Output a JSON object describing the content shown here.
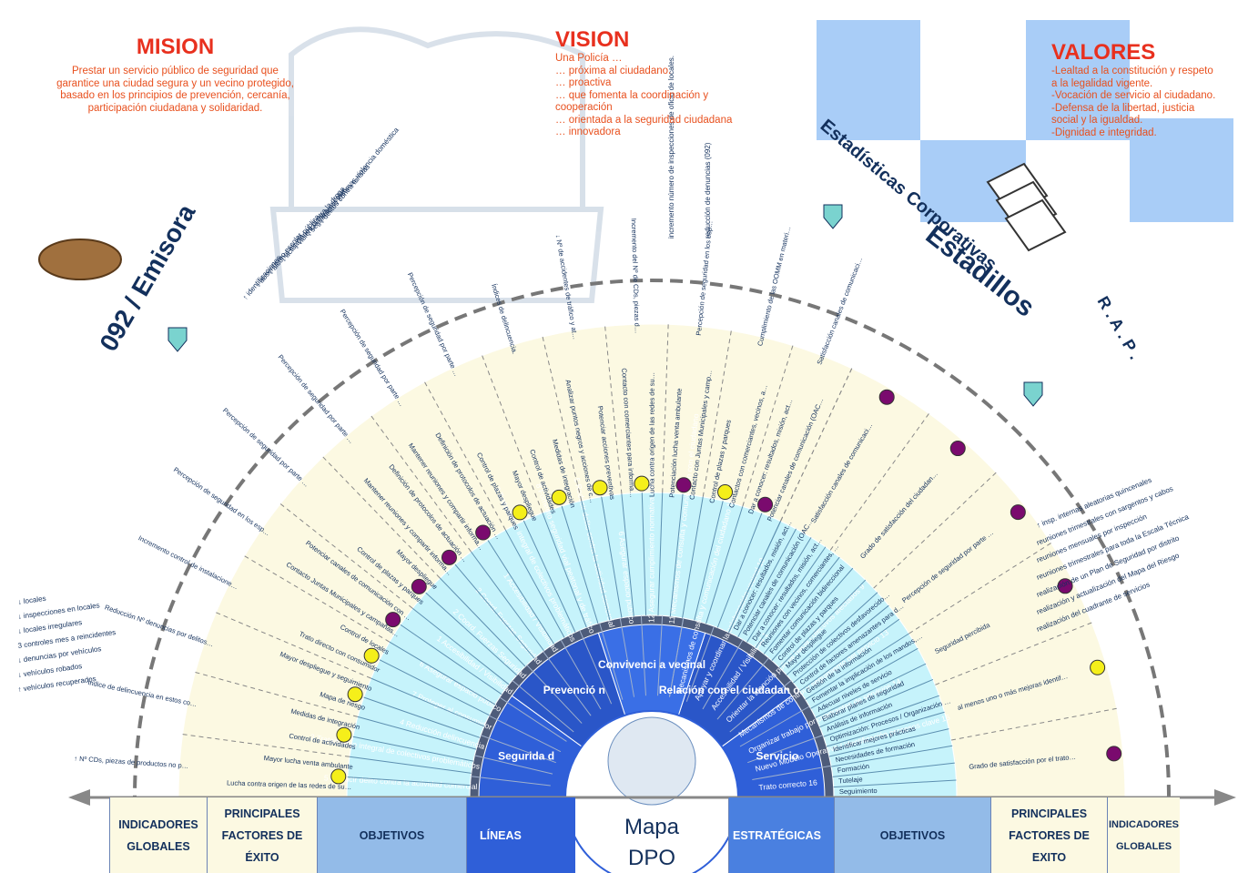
{
  "headers": {
    "mision": {
      "title": "MISION",
      "body": "Prestar un servicio público de seguridad que garantice una ciudad segura y un vecino protegido, basado en los principios de prevención, cercanía, participación ciudadana y solidaridad."
    },
    "vision": {
      "title": "VISION",
      "lines": [
        "Una Policía …",
        "… próxima al ciudadano.",
        "… proactiva",
        "… que fomenta la coordinación y cooperación",
        "… orientada a la seguridad ciudadana",
        "… innovadora"
      ]
    },
    "valores": {
      "title": "VALORES",
      "lines": [
        "-Lealtad a la constitución y respeto a la legalidad vigente.",
        "-Vocación de servicio al ciudadano.",
        "-Defensa de la libertad, justicia social y la igualdad.",
        "-Dignidad e integridad."
      ]
    }
  },
  "side_labels": {
    "emisora": "092 / Emisora",
    "estadisticas": "Estadísticas Corporativas",
    "estadillos": "Estadillos",
    "rap": "R . A . P ."
  },
  "center": {
    "line1": "Mapa",
    "line2": "DPO"
  },
  "lineas_estrategicas": [
    "Segurida d",
    "Prevenció n",
    "Convivenci a vecinal",
    "Relación con el ciudadan o",
    "Servicio"
  ],
  "objetivos_left": [
    {
      "n": "5",
      "text": "Reducir delito contra la actividad comercial"
    },
    {
      "n": "3",
      "text": "Tratamiento integral de colectivos problemáticos"
    },
    {
      "n": "4",
      "text": "Reducción delincuencia"
    },
    {
      "n": "7",
      "text": "Proteger al consumidor"
    },
    {
      "n": "6",
      "text": "Asegurar espacio público"
    },
    {
      "n": "1",
      "text": "Accesibilidad / Visibilidad"
    },
    {
      "n": "2",
      "text": "Coord. Fuerzas Seguridad"
    },
    {
      "n": "2",
      "text": "Coord. Fuerzas Seguridad"
    },
    {
      "n": "1",
      "text": "Accesibilidad / Visibilidad"
    },
    {
      "n": "3",
      "text": "Tratamiento integral de colectivos problemáticos"
    },
    {
      "n": "8",
      "text": "Fomento seguridad vial peatonal y de tráfico"
    },
    {
      "n": "5",
      "text": "Reducir delito contra la actividad comercial"
    },
    {
      "n": "6",
      "text": "Asegurar espacio público"
    },
    {
      "n": "12",
      "text": "Asegurar cumplimiento normativa convivencia"
    },
    {
      "n": "11",
      "text": "Mecanismos de consulta y comunicación con el ciudadano"
    }
  ],
  "objetivos_right": [
    {
      "n": "11",
      "text": "Mecanismos de consulta y comunicación del ciudadano"
    },
    {
      "n": "10",
      "text": "Apoyar y coordinar la colaboración vecinal"
    },
    {
      "n": "1",
      "text": "Accesibilidad / Visibilidad"
    },
    {
      "n": "9",
      "text": "Orientar la atención policial hacia colectivos afectados"
    },
    {
      "n": "13",
      "text": "Mecanismos de control y seguimiento del servicio"
    },
    {
      "n": "14",
      "text": "Organizar trabajo por cuadrantes de servicios"
    },
    {
      "n": "15",
      "text": "Nuevo Modelo Operativo / identificación procesos clave"
    },
    {
      "n": "16",
      "text": "Trato correcto"
    }
  ],
  "factores_left": [
    "Lucha contra origen de las redes de suministro",
    "Mayor lucha venta ambulante",
    "Control de actividades",
    "Medidas de integración",
    "Mapa de riesgo",
    "Mayor despliegue y seguimiento",
    "Trato directo con consumidor",
    "Control de locales",
    "Contacto Juntas Municipales y campañas de comunicación",
    "Potenciar canales de comunicación con el ciudadano",
    "Control de plazas y parques",
    "Mayor despliegue",
    "Mantener reuniones y compartir información y recursos",
    "Definición de protocolos de actuación comunes",
    "Mantener reuniones y compartir información",
    "Definición de protocolos de actuación comunes",
    "Control de plazas y parques",
    "Mayor despliegue",
    "Control de actividades",
    "Medidas de integración",
    "Analizar puntos negros y acciones de comunicación",
    "Potenciar acciones preventivas",
    "Contacto con comerciantes para informar de conductas",
    "Lucha contra origen de las redes de suministro",
    "Potenciación lucha venta ambulante",
    "Contacto con Juntas Municipales y campañas de comunicación",
    "Control de plazas y parques",
    "Contactos con comerciantes, vecinos, asociaciones de vecinos",
    "Dar a conocer: resultados, misión, actuaciones, OOMM, …",
    "Potenciar canales de comunicación (OAC, Internet, gacetas, reuniones …)"
  ],
  "factores_right": [
    "Dar a conocer: resultados, misión, actuaciones, OOMM, …",
    "Potenciar canales de comunicación (OAC, Internet, gacetas, reuniones …)",
    "Dar a conocer: resultados, misión, actuaciones, …",
    "Reuniones con vecinos, comerciantes, …",
    "Fomentar comunicación bidireccional",
    "Control de plazas y parques",
    "Mayor despliegue",
    "Protección de colectivos desfavorecidos y proactividad",
    "Control de factores amenazantes para dichos colectivos",
    "Gestión de la información",
    "Fomentar la implicación de los mandos, control de agentes, presencia en la calle …",
    "Adecuar niveles de servicio",
    "Elaborar planes de seguridad",
    "Análisis de información",
    "Optimización: Procesos / Organización / Obj. operativos",
    "Identificar mejores prácticas",
    "Necesidades de formación",
    "Formación",
    "Tutelaje",
    "Seguimiento"
  ],
  "indicadores_left": [
    "↑ Nº CDs, piezas de productos no perecederos, y Kg. de productos perecederos",
    "Índice de delincuencia en estos colectivos.",
    "Reducción Nº denuncias por delitos callejeros.",
    "Incremento control de instalaciones, servicios productos consumo.",
    "Percepción de seguridad en los espacios verdes públicos.",
    "Percepción de seguridad por parte de los ciudadanos.",
    "Percepción de seguridad por parte de los ciudadanos.",
    "Percepción de seguridad por parte de los ciudadanos.",
    "Percepción de seguridad por parte de los ciudadanos.",
    "Índices de delincuencia.",
    "↓ Nº de accidentes de tráfico y atropellos.",
    "Incremento del Nº de CDs, piezas de productos no perecederos, y Kg. de productos perecederos intervenidos",
    "Percepción de seguridad en los espacios verdes públicos.",
    "Cumplimiento de las OOMM en materia de convivencia vecinal.",
    "Satisfacción canales de comunicación."
  ],
  "indicadores_right": [
    "Satisfacción canales de comunicación.",
    "Grado de satisfacción del ciudadano",
    "Percepción de seguridad por parte de los ciudadanos.",
    "Seguridad percibida",
    "al menos uno o más mejoras identificadas e implantadas en la inspección y que sean extrapolables al resto del cuerpo",
    "Grado de satisfacción por el trato recibido."
  ],
  "outer_left": [
    "↑ vehículos recuperados",
    "↓ vehículos robados",
    "↓ denuncias por vehículos",
    "3 controles mes a reincidentes",
    "↓ locales irregulares",
    "↓ inspecciones en locales",
    "↓ locales"
  ],
  "outer_top_left": [
    "↑ identificaciones",
    "↓ absentismo escolar",
    "↓ alcohol en vía pública",
    "↓ actuaciones contra la droga",
    "↓ violencia intra-escolar",
    "↓ seguimiento víctimas violencia doméstica",
    "↓ delitos contra turistas"
  ],
  "outer_top_right": [
    "incremento número de inspecciones de oficio de locales.",
    "reducción de denuncias (092)"
  ],
  "outer_right": [
    "↑ insp. internas aleatorias quincenales",
    "reuniones trimestrales con sargentos y cabos",
    "reuniones mensuales por inspección",
    "reuniones trimestrales para toda la Escala Técnica",
    "realización de un Plan de Seguridad por distrito",
    "realización y actualización del Mapa del Riesgo",
    "realización del cuadrante de servicios"
  ],
  "band_labels": {
    "indicadores": "INDICADORES GLOBALES",
    "factores": "PRINCIPALES FACTORES DE ÉXITO",
    "objetivos": "OBJETIVOS",
    "lineas": "LÍNEAS",
    "estrategicas": "ESTRATÉGICAS",
    "factores_r": "PRINCIPALES FACTORES DE EXITO",
    "indicadores_r": "INDICADORES GLOBALES"
  },
  "colors": {
    "purple_dot": "#7a0a6e",
    "yellow_dot": "#f5ef1a",
    "lineas_blue": "#2f5fd8",
    "objetivos_dark": "#4e5c7a",
    "factores_cyan": "#c6f3fb",
    "indicadores_cream": "#fcf9e2",
    "orange_title": "#e8301e"
  }
}
